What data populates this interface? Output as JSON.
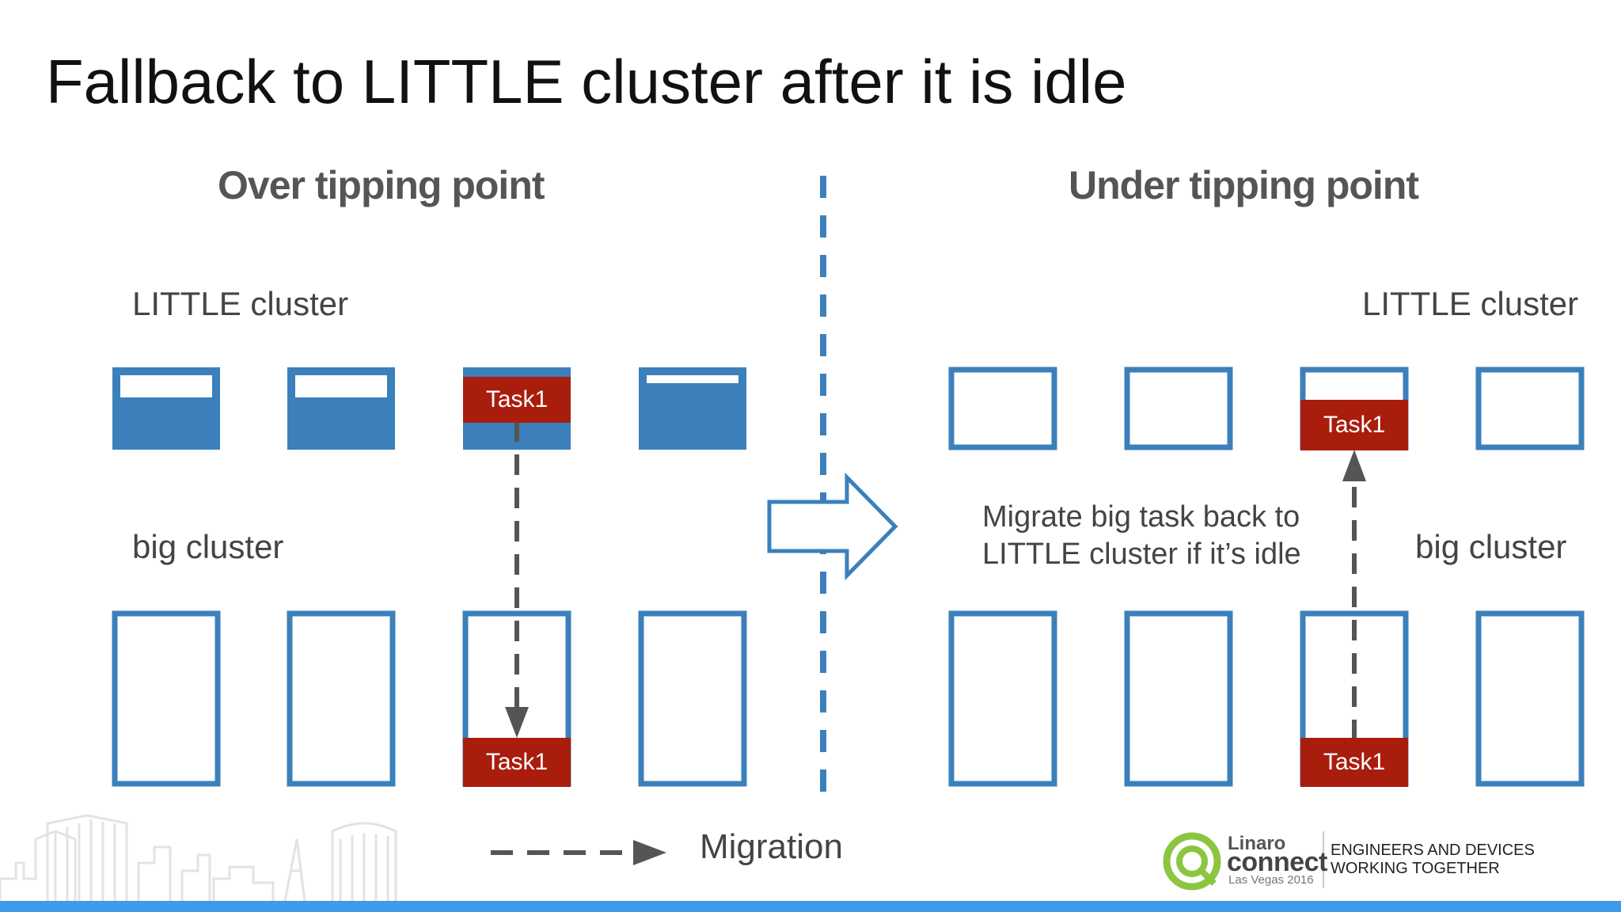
{
  "slide": {
    "title": "Fallback to LITTLE cluster after it is idle",
    "left_heading": "Over tipping point",
    "right_heading": "Under tipping point",
    "left_little_label": "LITTLE cluster",
    "left_big_label": "big cluster",
    "right_little_label": "LITTLE cluster",
    "right_big_label": "big cluster",
    "note_line1": "Migrate big task back to",
    "note_line2": "LITTLE cluster if it’s idle",
    "task_label": "Task1",
    "legend_label": "Migration"
  },
  "branding": {
    "name": "Linaro",
    "product": "connect",
    "event": "Las Vegas 2016",
    "tagline_line1": "ENGINEERS AND DEVICES",
    "tagline_line2": "WORKING TOGETHER"
  },
  "colors": {
    "core_blue": "#3b80bb",
    "task_red": "#a91d0c",
    "arrow_gray": "#555555",
    "divider_blue": "#3b80bb",
    "logo_green": "#8cc63f",
    "bar_blue": "#3d9be8"
  }
}
